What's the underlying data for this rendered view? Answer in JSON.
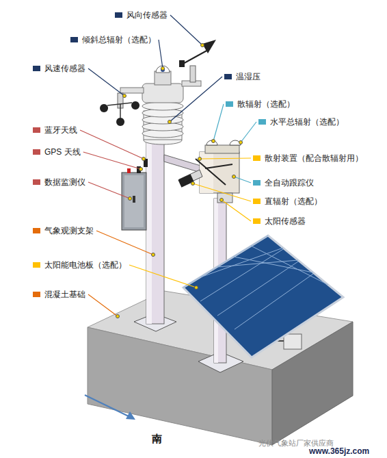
{
  "diagram": {
    "labels": [
      "风向传感器",
      "倾斜总辐射（选配）",
      "风速传感器",
      "温湿压",
      "散辐射（选配）",
      "水平总辐射（选配）",
      "散射装置（配合散辐射用）",
      "全自动跟踪仪",
      "直辐射（选配）",
      "太阳传感器",
      "蓝牙天线",
      "GPS 天线",
      "数据监测仪",
      "气象观测支架",
      "太阳能电池板（选配）",
      "混凝土基础",
      "南",
      "光伏气象站厂家供应商",
      "www.365jz.com"
    ]
  }
}
